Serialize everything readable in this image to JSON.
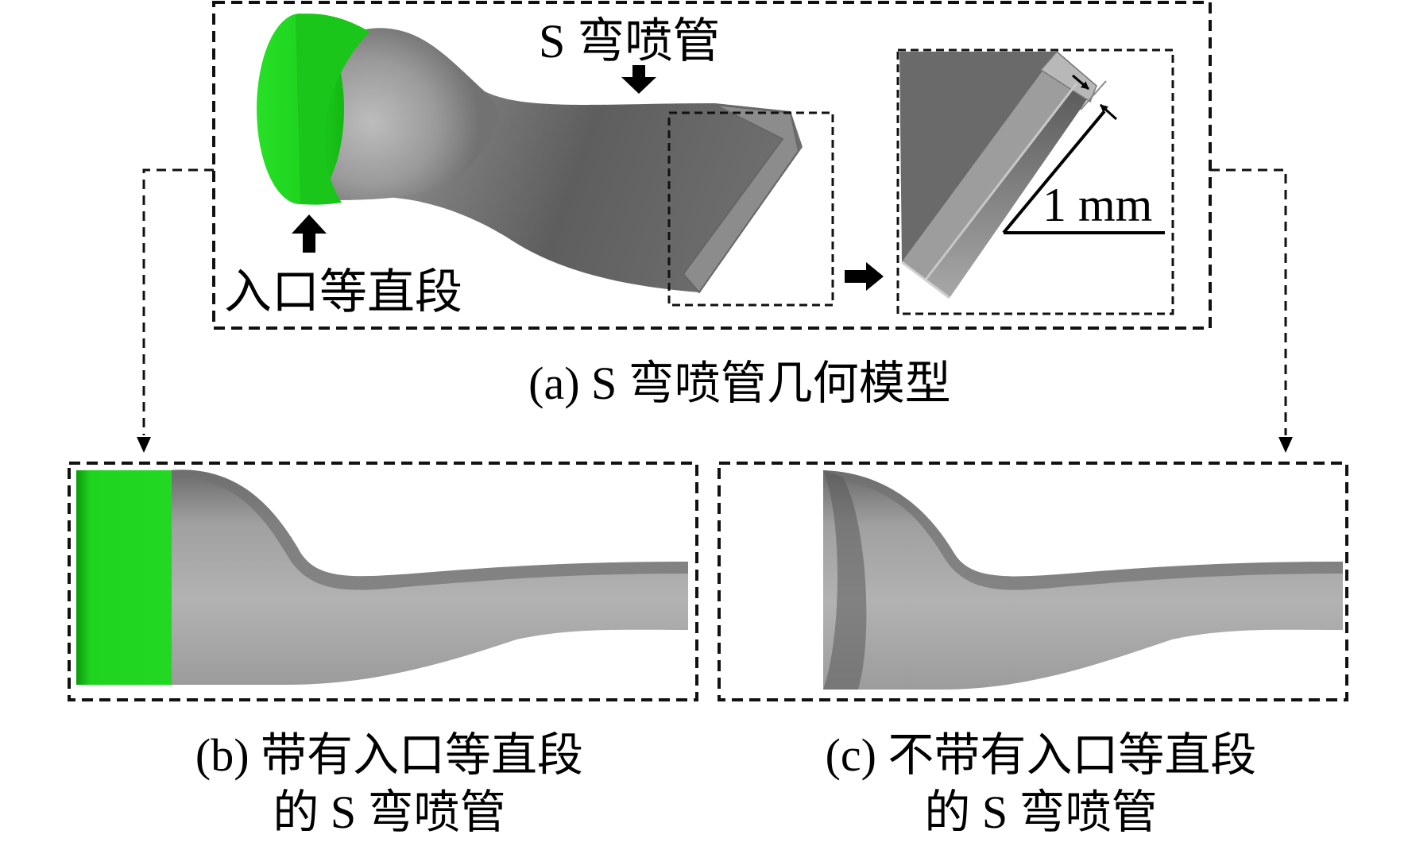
{
  "panel_a": {
    "label_nozzle": "S 弯喷管",
    "label_inlet": "入口等直段",
    "label_thickness": "1 mm",
    "caption": "(a) S 弯喷管几何模型"
  },
  "panel_b": {
    "caption_line1": "(b) 带有入口等直段",
    "caption_line2": "的 S 弯喷管"
  },
  "panel_c": {
    "caption_line1": "(c) 不带有入口等直段",
    "caption_line2": "的 S 弯喷管"
  },
  "colors": {
    "inlet_section": "#1fd11f",
    "nozzle_surface": "#a6a6a6",
    "nozzle_dark": "#5c5c5c",
    "dashed_frame": "#111111"
  }
}
